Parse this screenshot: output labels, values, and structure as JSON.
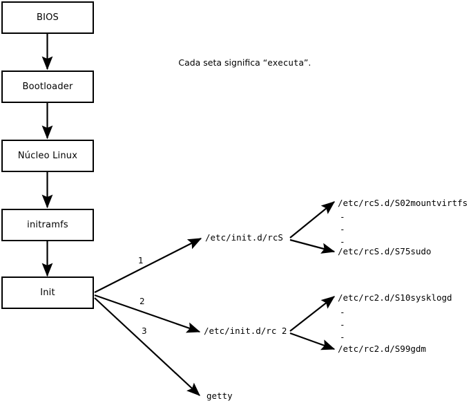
{
  "diagram": {
    "title_caption": {
      "prefix": "Cada seta significa “",
      "mono_word": "executa",
      "suffix": "”."
    },
    "boot_chain": [
      {
        "label": "BIOS"
      },
      {
        "label": "Bootloader"
      },
      {
        "label": "Núcleo Linux"
      },
      {
        "label": "initramfs"
      },
      {
        "label": "Init"
      }
    ],
    "branch_numbers": [
      "1",
      "2",
      "3"
    ],
    "init_targets": [
      {
        "label": "/etc/init.d/rcS"
      },
      {
        "label": "/etc/init.d/rc 2"
      },
      {
        "label": "getty"
      }
    ],
    "rcs_scripts": {
      "first": "/etc/rcS.d/S02mountvirtfs",
      "ellipsis": [
        "-",
        "-",
        "-"
      ],
      "last": "/etc/rcS.d/S75sudo"
    },
    "rc2_scripts": {
      "first": "/etc/rc2.d/S10sysklogd",
      "ellipsis": [
        "-",
        "-",
        "-"
      ],
      "last": "/etc/rc2.d/S99gdm"
    },
    "colors": {
      "stroke": "#000000",
      "background": "#ffffff",
      "text": "#000000"
    }
  }
}
